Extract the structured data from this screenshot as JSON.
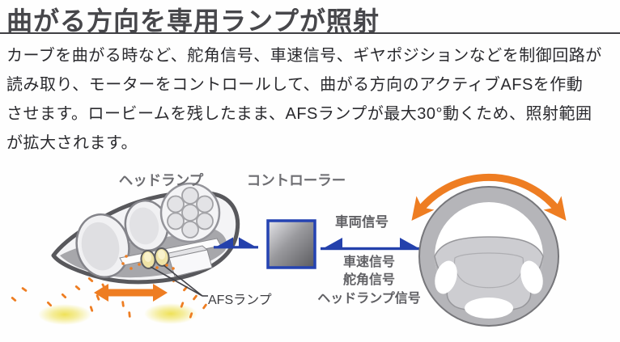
{
  "header": {
    "title": "曲がる方向を専用ランプが照射"
  },
  "paragraph": {
    "lines": [
      "カーブを曲がる時など、舵角信号、車速信号、ギヤポジションなどを制御回路が",
      "読み取り、モーターをコントロールして、曲がる方向のアクティブAFSを作動",
      "させます。ロービームを残したまま、AFSランプが最大30°動くため、照射範囲",
      "が拡大されます。"
    ]
  },
  "diagram": {
    "labels": {
      "headlamp": "ヘッドランプ",
      "controller": "コントローラー",
      "vehicle_signal": "車両信号",
      "signals": [
        "車速信号",
        "舵角信号",
        "ヘッドランプ信号"
      ],
      "afs_lamp": "AFSランプ"
    },
    "colors": {
      "accent_orange": "#ee7d22",
      "accent_blue": "#2441ac",
      "label_gray": "#6e6e72",
      "title_gray": "#47474b",
      "lamp_yellow": "#f2e87e"
    }
  }
}
